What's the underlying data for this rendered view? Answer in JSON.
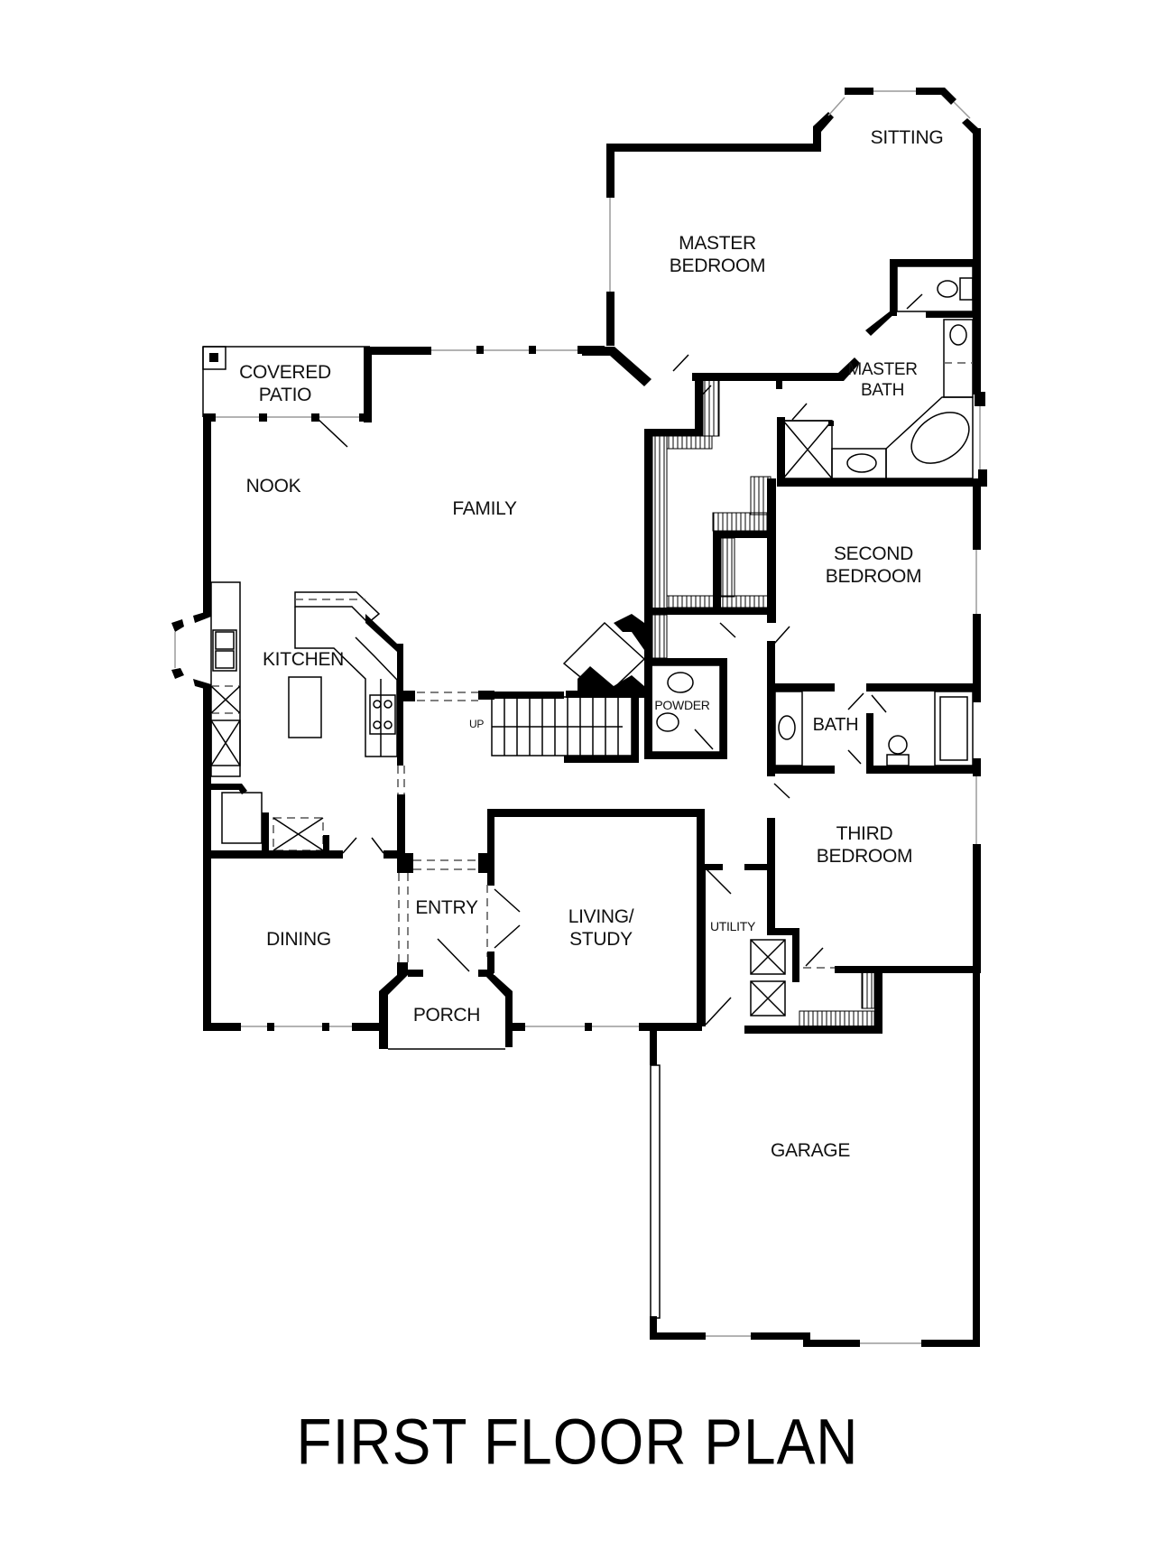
{
  "title": "FIRST FLOOR PLAN",
  "rooms": {
    "sitting": "SITTING",
    "master_bedroom": "MASTER\nBEDROOM",
    "master_bath": "MASTER\nBATH",
    "covered_patio": "COVERED\nPATIO",
    "nook": "NOOK",
    "family": "FAMILY",
    "kitchen": "KITCHEN",
    "second_bedroom": "SECOND\nBEDROOM",
    "powder": "POWDER",
    "bath": "BATH",
    "stairs_up": "UP",
    "third_bedroom": "THIRD\nBEDROOM",
    "entry": "ENTRY",
    "living_study": "LIVING/\nSTUDY",
    "dining": "DINING",
    "porch": "PORCH",
    "utility": "UTILITY",
    "garage": "GARAGE"
  },
  "colors": {
    "wall": "#000000",
    "background": "#ffffff",
    "window": "#9a9a9a"
  }
}
